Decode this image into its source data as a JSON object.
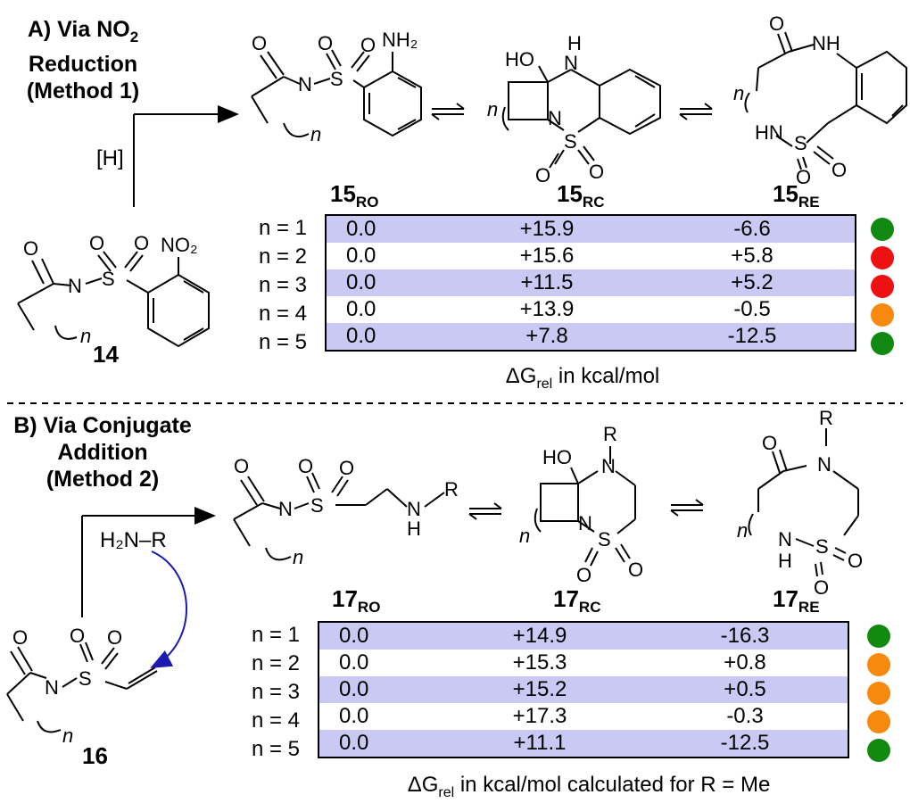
{
  "colors": {
    "green": "#128a12",
    "red": "#ee1111",
    "orange": "#f7890f",
    "row_alt": "#c9c9f3",
    "arrow_blue": "#1b1bb0"
  },
  "sectionA": {
    "title_lines": [
      "A) Via NO",
      "Reduction",
      "(Method 1)"
    ],
    "title_sub": "2",
    "reagent": "[H]",
    "start_label": "14",
    "headers": [
      {
        "base": "15",
        "sub": "RO"
      },
      {
        "base": "15",
        "sub": "RC"
      },
      {
        "base": "15",
        "sub": "RE"
      }
    ],
    "rows": [
      {
        "n": "n = 1",
        "ro": "0.0",
        "rc": "+15.9",
        "re": "-6.6",
        "status": "green"
      },
      {
        "n": "n = 2",
        "ro": "0.0",
        "rc": "+15.6",
        "re": "+5.8",
        "status": "red"
      },
      {
        "n": "n = 3",
        "ro": "0.0",
        "rc": "+11.5",
        "re": "+5.2",
        "status": "red"
      },
      {
        "n": "n = 4",
        "ro": "0.0",
        "rc": "+13.9",
        "re": "-0.5",
        "status": "orange"
      },
      {
        "n": "n = 5",
        "ro": "0.0",
        "rc": "+7.8",
        "re": "-12.5",
        "status": "green"
      }
    ],
    "caption_pre": "ΔG",
    "caption_sub": "rel",
    "caption_post": " in kcal/mol"
  },
  "sectionB": {
    "title_lines": [
      "B) Via Conjugate",
      "Addition",
      "(Method 2)"
    ],
    "reagent": "H₂N–R",
    "start_label": "16",
    "headers": [
      {
        "base": "17",
        "sub": "RO"
      },
      {
        "base": "17",
        "sub": "RC"
      },
      {
        "base": "17",
        "sub": "RE"
      }
    ],
    "rows": [
      {
        "n": "n = 1",
        "ro": "0.0",
        "rc": "+14.9",
        "re": "-16.3",
        "status": "green"
      },
      {
        "n": "n = 2",
        "ro": "0.0",
        "rc": "+15.3",
        "re": "+0.8",
        "status": "orange"
      },
      {
        "n": "n = 3",
        "ro": "0.0",
        "rc": "+15.2",
        "re": "+0.5",
        "status": "orange"
      },
      {
        "n": "n = 4",
        "ro": "0.0",
        "rc": "+17.3",
        "re": "-0.3",
        "status": "orange"
      },
      {
        "n": "n = 5",
        "ro": "0.0",
        "rc": "+11.1",
        "re": "-12.5",
        "status": "green"
      }
    ],
    "caption_pre": "ΔG",
    "caption_sub": "rel",
    "caption_post": " in kcal/mol calculated for R = Me"
  },
  "structures": {
    "atom_O": "O",
    "atom_N": "N",
    "atom_S": "S",
    "atom_H": "H",
    "atom_R": "R",
    "group_NH": "NH",
    "group_NH2": "NH₂",
    "group_NO2": "NO₂",
    "group_HO": "HO",
    "group_HN": "HN",
    "ring_n": "n"
  }
}
